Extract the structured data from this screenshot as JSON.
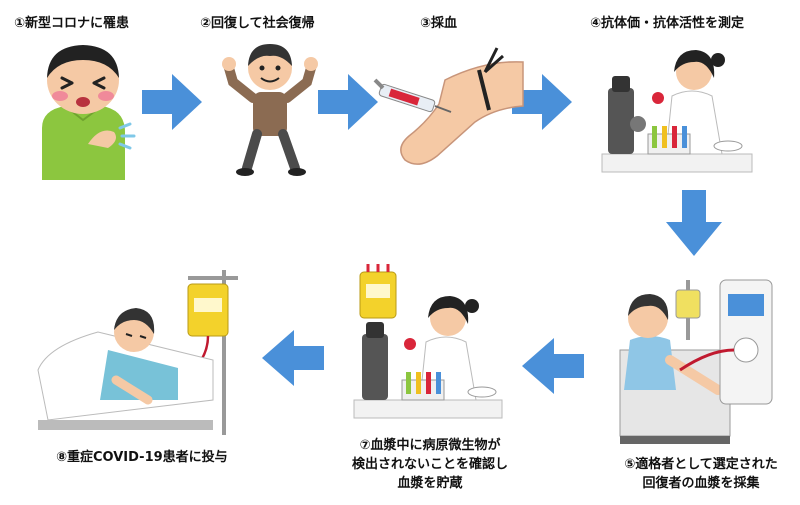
{
  "steps": [
    {
      "label": "①新型コロナに罹患"
    },
    {
      "label": "②回復して社会復帰"
    },
    {
      "label": "③採血"
    },
    {
      "label": "④抗体価・抗体活性を測定"
    },
    {
      "label_lines": [
        "⑤適格者として選定された",
        "回復者の血漿を採集"
      ]
    },
    {
      "label_lines": [
        "⑦血漿中に病原微生物が",
        "検出されないことを確認し",
        "血漿を貯蔵"
      ]
    },
    {
      "label": "⑧重症COVID-19患者に投与"
    }
  ],
  "colors": {
    "arrow": "#4a90d9",
    "text": "#111111"
  },
  "icons": [
    "sick-person-icon",
    "recovered-person-icon",
    "blood-draw-icon",
    "lab-scientist-icon",
    "plasma-donation-icon",
    "plasma-storage-icon",
    "patient-transfusion-icon",
    "flow-arrow-icon"
  ]
}
